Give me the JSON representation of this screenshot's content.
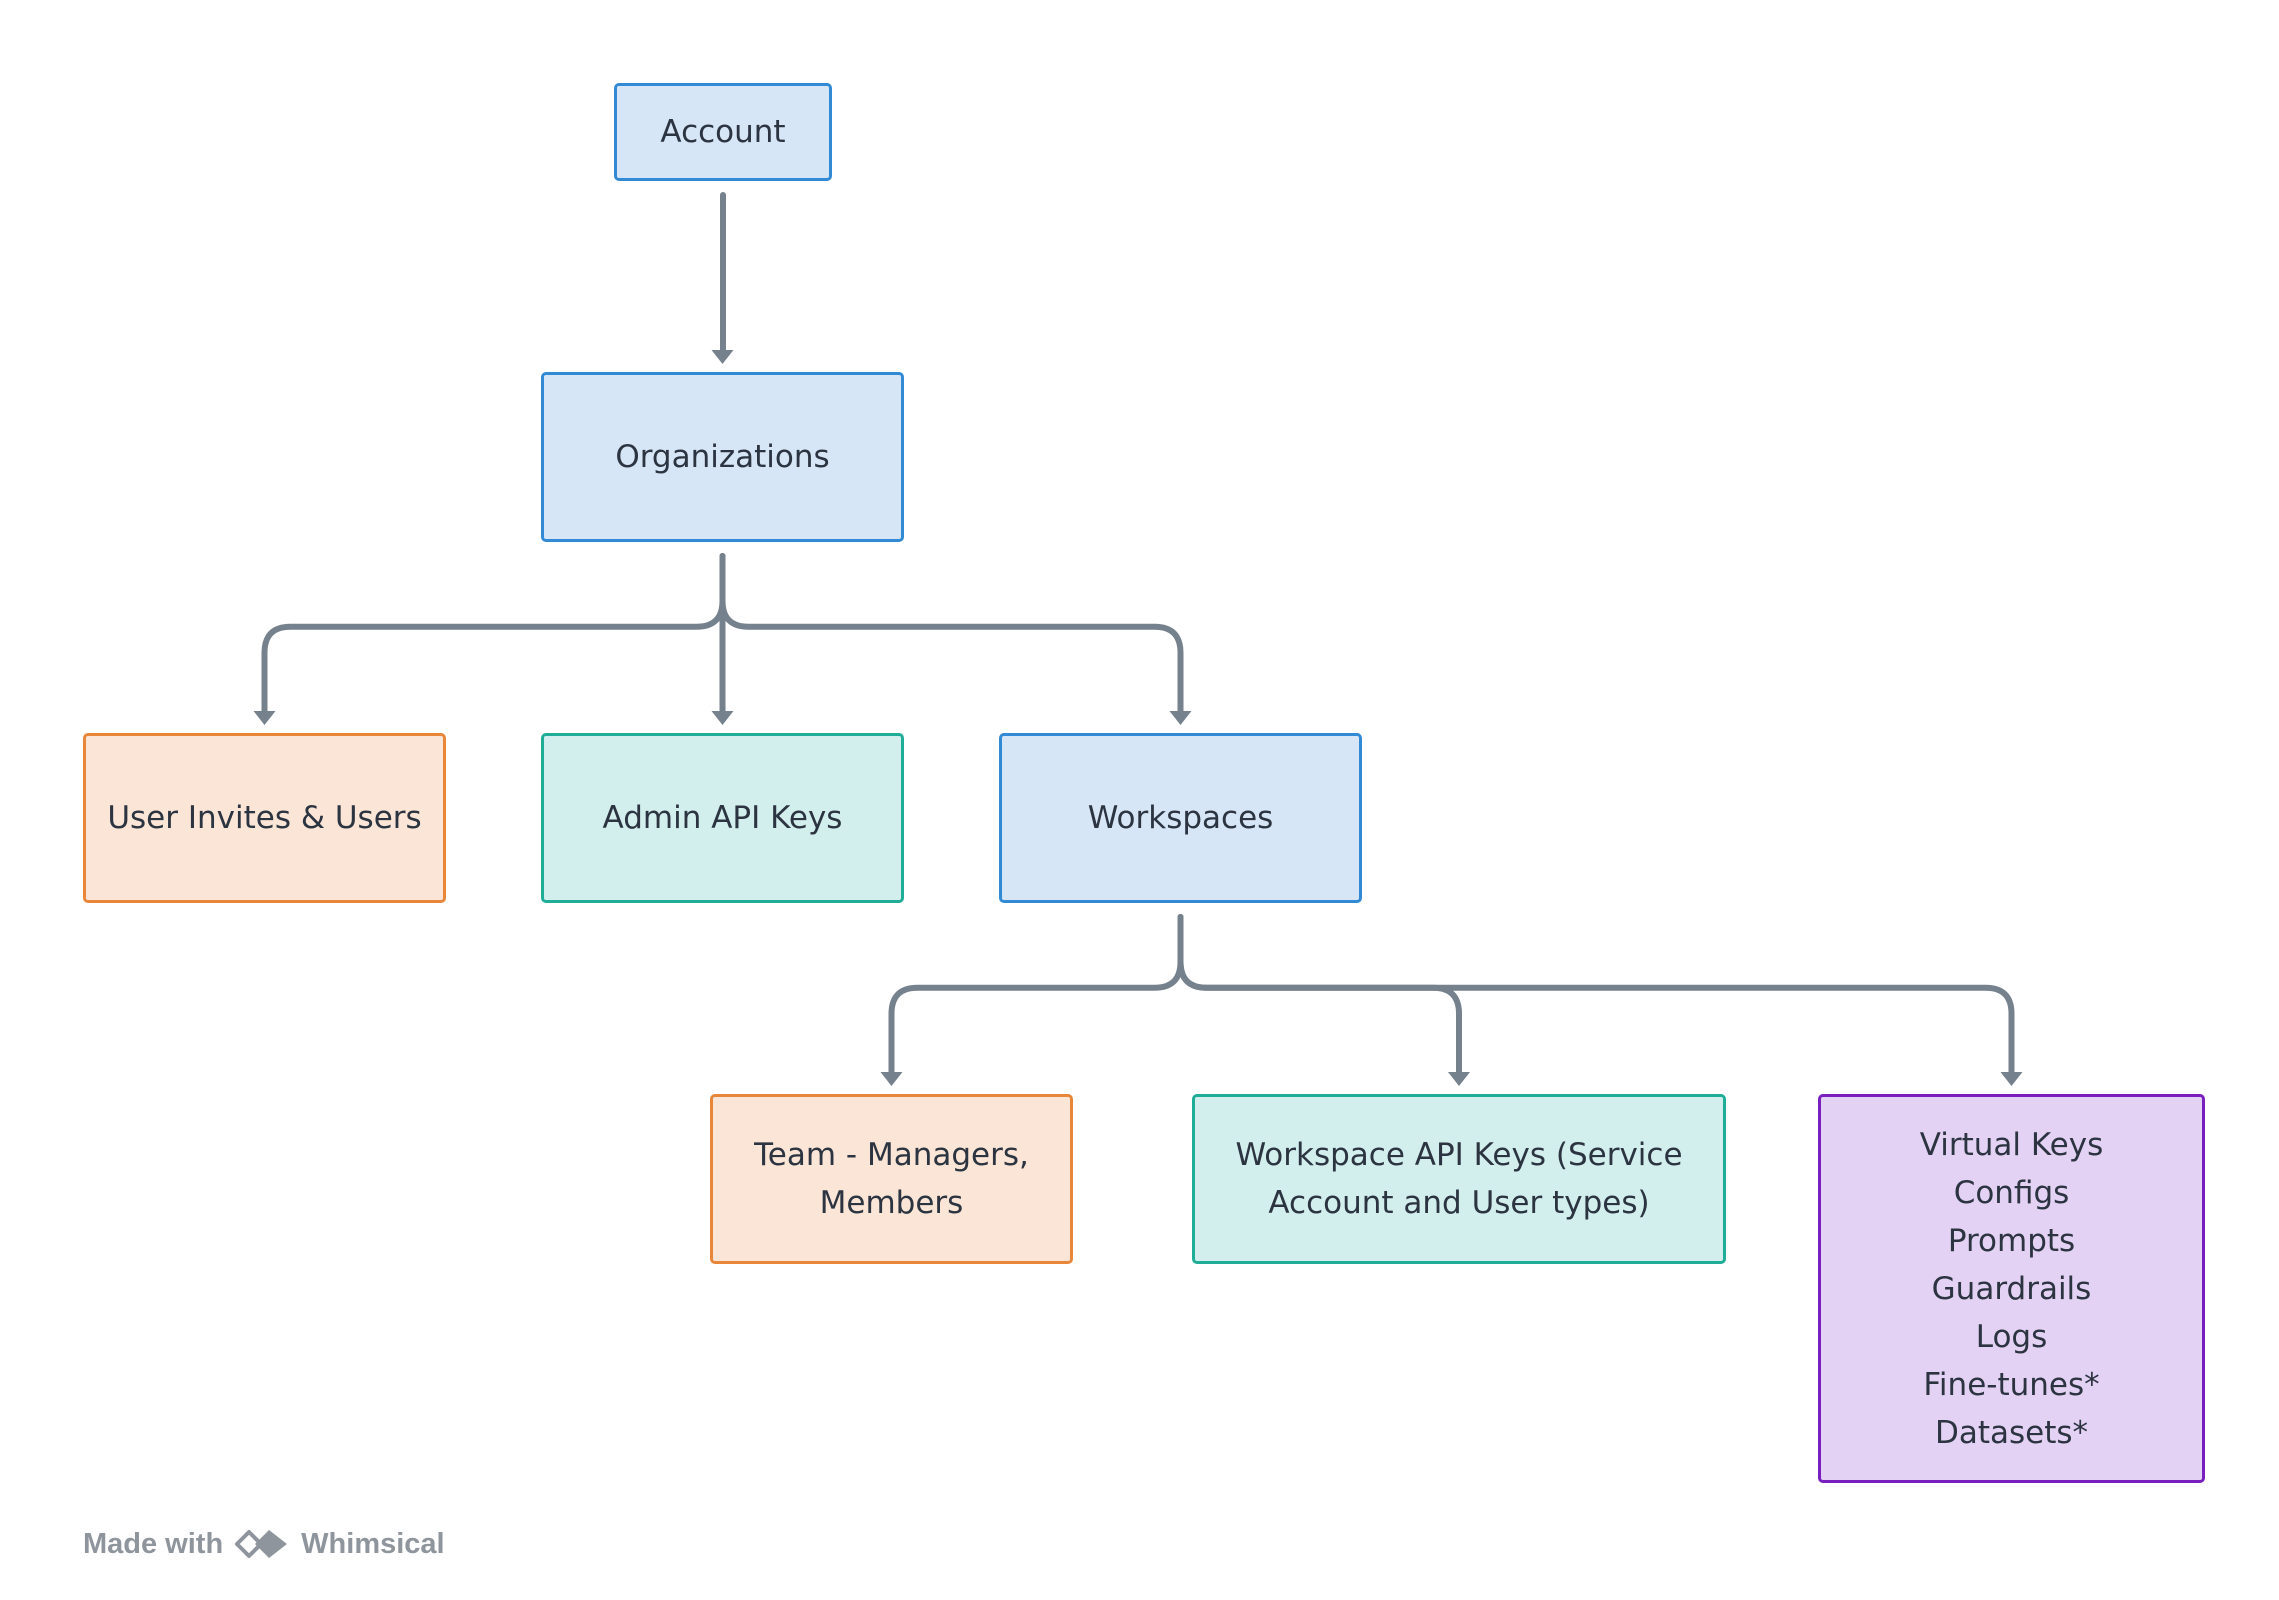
{
  "diagram": {
    "colors": {
      "connector": "#75818d",
      "blue_fill": "#d6e6f6",
      "blue_border": "#3289d4",
      "orange_fill": "#fbe5d6",
      "orange_border": "#e8873a",
      "teal_fill": "#d2efed",
      "teal_border": "#1fad97",
      "purple_fill": "#e4d2f4",
      "purple_border": "#7a1fbf"
    },
    "nodes": {
      "account": {
        "label": "Account"
      },
      "organizations": {
        "label": "Organizations"
      },
      "users": {
        "label": "User Invites & Users"
      },
      "admin_keys": {
        "label": "Admin API Keys"
      },
      "workspaces": {
        "label": "Workspaces"
      },
      "team": {
        "label": "Team - Managers, Members"
      },
      "workspace_keys": {
        "label": "Workspace API Keys (Service Account and User types)"
      },
      "resources": {
        "items": [
          "Virtual Keys",
          "Configs",
          "Prompts",
          "Guardrails",
          "Logs",
          "Fine-tunes*",
          "Datasets*"
        ]
      }
    },
    "edges": [
      {
        "from": "account",
        "to": "organizations"
      },
      {
        "from": "organizations",
        "to": "users"
      },
      {
        "from": "organizations",
        "to": "admin_keys"
      },
      {
        "from": "organizations",
        "to": "workspaces"
      },
      {
        "from": "workspaces",
        "to": "team"
      },
      {
        "from": "workspaces",
        "to": "workspace_keys"
      },
      {
        "from": "workspaces",
        "to": "resources"
      }
    ]
  },
  "watermark": {
    "prefix": "Made with",
    "brand": "Whimsical",
    "icon": "whimsical-logo-icon"
  }
}
